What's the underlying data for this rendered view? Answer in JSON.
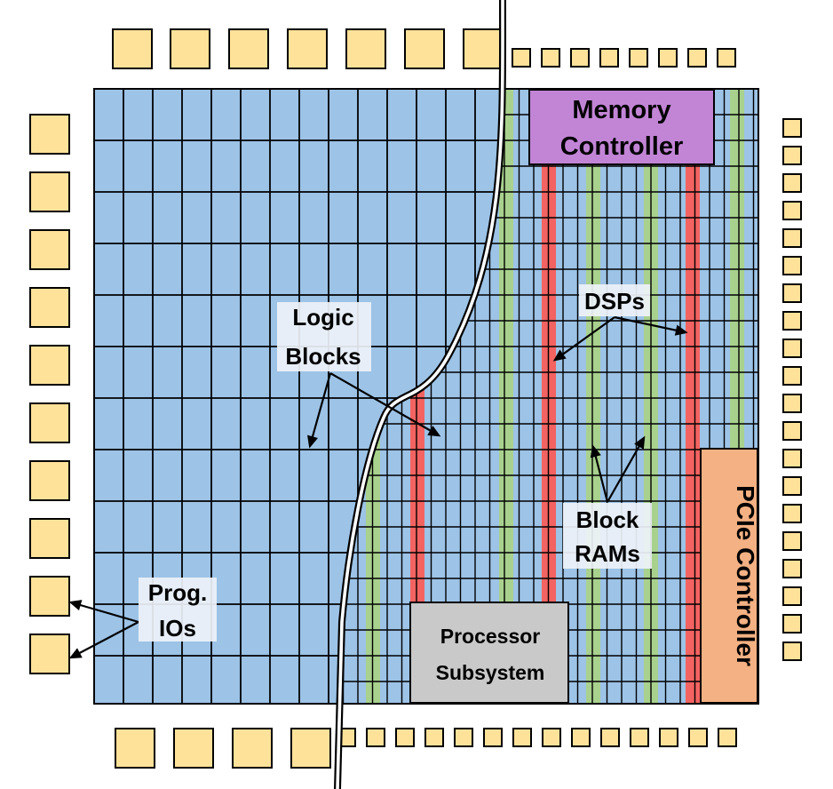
{
  "labels": {
    "memory_controller": [
      "Memory",
      "Controller"
    ],
    "pcie_controller": "PCIe Controller",
    "processor_subsystem": [
      "Processor",
      "Subsystem"
    ],
    "logic_blocks": [
      "Logic",
      "Blocks"
    ],
    "dsps": "DSPs",
    "block_rams": [
      "Block",
      "RAMs"
    ],
    "prog_ios": [
      "Prog.",
      "IOs"
    ]
  },
  "colors": {
    "logic_fabric": "#9dc3e6",
    "dsp": "#f26361",
    "bram": "#a9d18e",
    "io_pad": "#ffe29a",
    "memory_controller": "#c285d6",
    "pcie_controller": "#f4b183",
    "processor_subsystem": "#c9c9c9",
    "label_bg": "#eef2f8",
    "grid_line": "#000000"
  }
}
